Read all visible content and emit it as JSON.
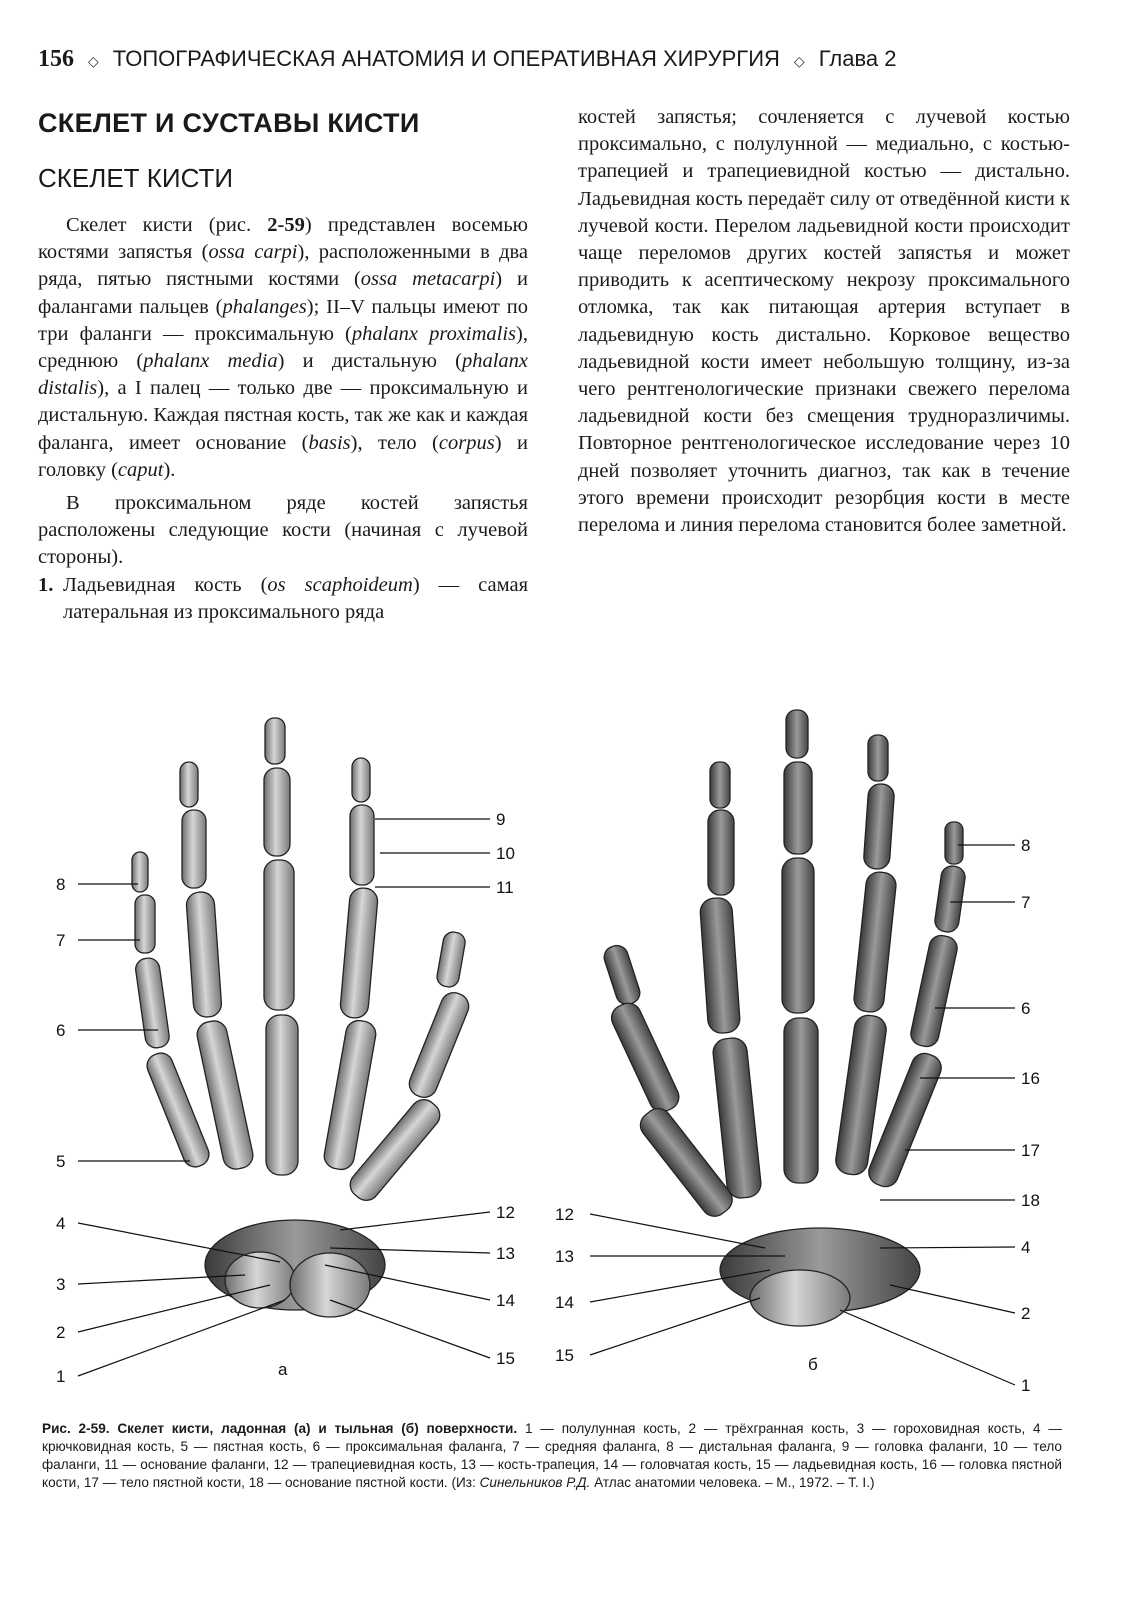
{
  "header": {
    "page_number": "156",
    "running_title": "ТОПОГРАФИЧЕСКАЯ АНАТОМИЯ И ОПЕРАТИВНАЯ ХИРУРГИЯ",
    "chapter": "Глава 2",
    "separator": "◇"
  },
  "section_title": "СКЕЛЕТ И СУСТАВЫ КИСТИ",
  "subsection_title": "СКЕЛЕТ КИСТИ",
  "para1": {
    "t1": "Скелет кисти (рис. ",
    "ref": "2-59",
    "t2": ") представлен восемью костями запястья (",
    "i1": "ossa carpi",
    "t3": "), расположенными в два ряда, пятью пястными костями (",
    "i2": "ossa metacarpi",
    "t4": ") и фалангами пальцев (",
    "i3": "phalanges",
    "t5": "); II–V пальцы имеют по три фаланги — проксимальную (",
    "i4": "phalanx proximalis",
    "t6": "), среднюю (",
    "i5": "phalanx media",
    "t7": ") и дистальную (",
    "i6": "phalanx distalis",
    "t8": "), а I палец — только две — проксимальную и дистальную. Каждая пястная кость, так же как и каждая фаланга, имеет основание (",
    "i7": "basis",
    "t9": "), тело (",
    "i8": "corpus",
    "t10": ") и головку (",
    "i9": "caput",
    "t11": ")."
  },
  "para2": "В проксимальном ряде костей запястья расположены следующие кости (начиная с лучевой стороны).",
  "item1": {
    "num": "1.",
    "t1": "Ладьевидная кость (",
    "i1": "os scaphoideum",
    "t2": ") — самая латеральная из проксимального ряда"
  },
  "right_text": "костей запястья; сочленяется с лучевой костью проксимально, с полулунной — медиально, с костью-трапецией и трапециевидной костью — дистально. Ладьевидная кость передаёт силу от отведённой кисти к лучевой кости. Перелом ладьевидной кости происходит чаще переломов других костей запястья и может приводить к асептическому некрозу проксимального отломка, так как питающая артерия вступает в ладьевидную кость дистально. Корковое вещество ладьевидной кости имеет небольшую толщину, из-за чего рентгенологические признаки свежего перелома ладьевидной кости без смещения трудноразличимы. Повторное рентгенологическое исследование через 10 дней позволяет уточнить диагноз, так как в течение этого времени происходит резорбция кости в месте перелома и линия перелома становится более заметной.",
  "figure": {
    "panel_a": "а",
    "panel_b": "б",
    "labels_a_left": [
      "8",
      "7",
      "6",
      "5",
      "4",
      "3",
      "2",
      "1"
    ],
    "labels_a_right": [
      "9",
      "10",
      "11",
      "12",
      "13",
      "14",
      "15"
    ],
    "labels_b_left": [
      "12",
      "13",
      "14",
      "15"
    ],
    "labels_b_right": [
      "8",
      "7",
      "6",
      "16",
      "17",
      "18",
      "4",
      "2",
      "1"
    ]
  },
  "caption": {
    "bold": "Рис. 2-59. Скелет кисти, ладонная (а) и тыльная (б) поверхности.",
    "text": " 1 — полулунная кость, 2 — трёхгранная кость, 3 — гороховидная кость, 4 — крючковидная кость, 5 — пястная кость, 6 — проксимальная фаланга, 7 — средняя фаланга, 8 — дистальная фаланга, 9 — головка фаланги, 10 — тело фаланги, 11 — основание фаланги, 12 — трапециевидная кость, 13 — кость-трапеция, 14 — головчатая кость, 15 — ладьевидная кость, 16 — головка пястной кости, 17 — тело пястной кости, 18 — основание пястной кости. (Из: ",
    "source_author": "Синельников Р.Д.",
    "source_rest": " Атлас анатомии человека. – М., 1972. – Т. I.)"
  }
}
